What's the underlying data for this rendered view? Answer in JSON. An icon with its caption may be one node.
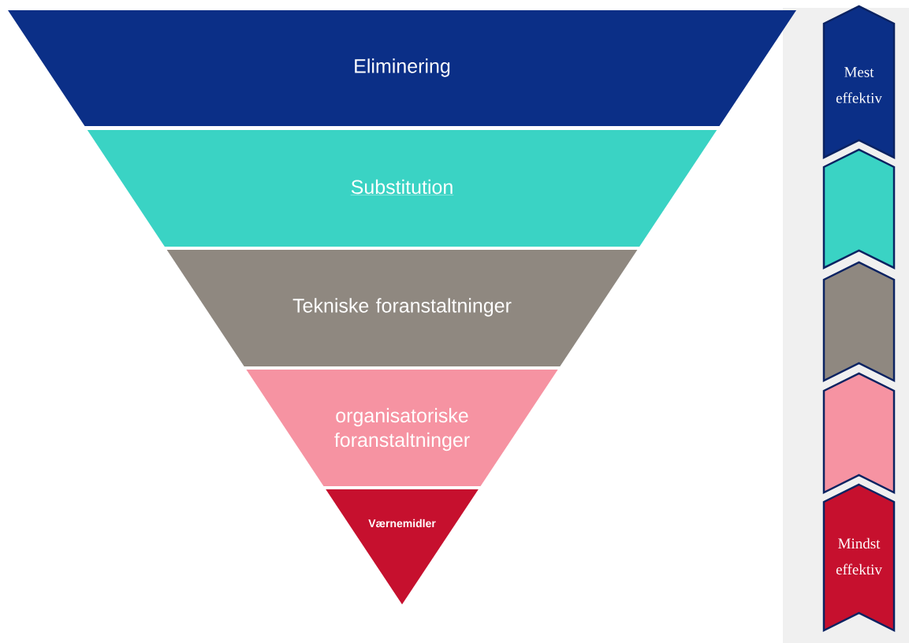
{
  "diagram": {
    "nodes": [
      {
        "text": [
          "Eliminering"
        ]
      },
      {
        "text": [
          "Substitution"
        ]
      },
      {
        "text": [
          "Tekniske foranstaltninger"
        ]
      },
      {
        "text": [
          "organisatoriske foranstaltninger"
        ]
      },
      {
        "text": [
          "Værnemidler"
        ]
      },
      {
        "text": [
          "Mest effektiv"
        ]
      },
      {
        "text": [],
        "shape": "chevron"
      },
      {
        "text": [],
        "shape": "chevron"
      },
      {
        "text": [],
        "shape": "chevron"
      },
      {
        "text": [
          "Mindst effektiv"
        ]
      }
    ]
  }
}
